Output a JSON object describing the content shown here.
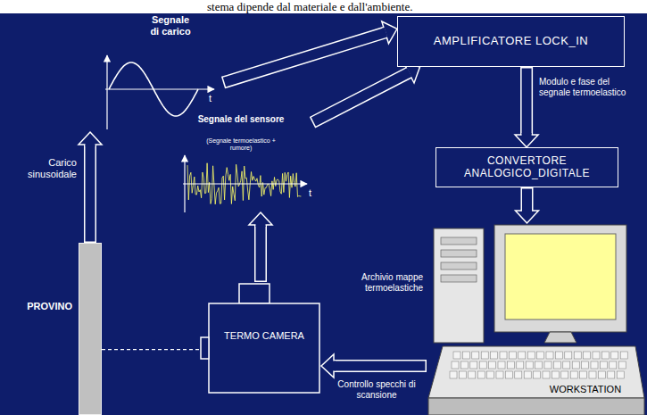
{
  "diagram": {
    "nodes": [
      {
        "text": [
          "Segnale di carico"
        ]
      },
      {
        "text": [
          "AMPLIFICATORE LOCK_IN"
        ]
      },
      {
        "text": [
          "Segnale del sensore",
          "(Segnale termoelastico + rumore)"
        ]
      },
      {
        "text": [
          "CONVERTORE ANALOGICO_DIGITALE"
        ]
      },
      {
        "text": [
          "PROVINO"
        ]
      },
      {
        "text": [
          "TERMO CAMERA"
        ]
      },
      {
        "text": [
          "WORKSTATION"
        ]
      }
    ],
    "edges": [
      {
        "from": 4,
        "to": 0,
        "arrow": "to",
        "label": "Carico sinusoidale"
      },
      {
        "from": 0,
        "to": 1,
        "arrow": "to"
      },
      {
        "from": 2,
        "to": 1,
        "arrow": "to"
      },
      {
        "from": 5,
        "to": 2,
        "arrow": "to"
      },
      {
        "from": 1,
        "to": 3,
        "arrow": "to",
        "label": "Modulo e fase del segnale termoelastico"
      },
      {
        "from": 3,
        "to": 6,
        "arrow": "to"
      },
      {
        "from": 6,
        "to": 5,
        "arrow": "to",
        "label": "Controllo specchi di scansione"
      },
      {
        "from": 4,
        "to": 5,
        "arrow": "none"
      }
    ],
    "labels": [
      "stema dipende dal materiale e dall'ambiente.",
      "t",
      "t",
      "Archivio mappe termoelastiche"
    ]
  }
}
